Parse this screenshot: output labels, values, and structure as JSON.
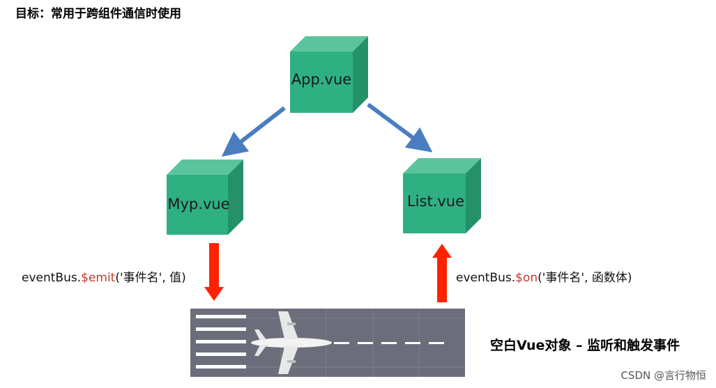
{
  "title": "目标：常用于跨组件通信时使用",
  "nodes": {
    "app": "App.vue",
    "myp": "Myp.vue",
    "list": "List.vue"
  },
  "emit_call": {
    "prefix": "eventBus.",
    "method": "$emit",
    "args": "('事件名', 值)"
  },
  "on_call": {
    "prefix": "eventBus.",
    "method": "$on",
    "args": "('事件名', 函数体)"
  },
  "runway_caption": "空白Vue对象 – 监听和触发事件",
  "watermark": "CSDN @言行物恒",
  "colors": {
    "cube_front": "#2fb083",
    "cube_top": "#5cc49c",
    "cube_side": "#249169",
    "blue_arrow": "#4a7dbf",
    "red_arrow": "#ff2200",
    "runway": "#6b6e7a",
    "code_keyword": "#c0392b"
  }
}
